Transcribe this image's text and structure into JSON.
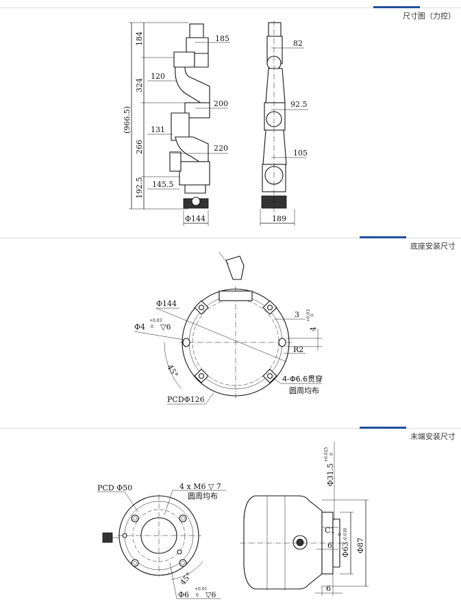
{
  "sections": [
    {
      "title": "尺寸图（力控）"
    },
    {
      "title": "底座安装尺寸"
    },
    {
      "title": "末端安装尺寸"
    }
  ],
  "colors": {
    "accent": "#1f4e9a",
    "divider": "#d9d9d9",
    "line": "#111111"
  },
  "front_view": {
    "heights": [
      "184",
      "324",
      "(966.5)",
      "266",
      "192.5"
    ],
    "offsets": [
      "185",
      "120",
      "200",
      "131",
      "220",
      "145.5"
    ],
    "base_diameter": "Φ144"
  },
  "side_view": {
    "widths": [
      "82",
      "92.5",
      "105"
    ],
    "base_width": "189"
  },
  "base_mount": {
    "outer_diameter": "Φ144",
    "pin_hole": "Φ4",
    "pin_tol": "+0.03",
    "pin_tol_low": "0",
    "pin_depth": "▽6",
    "slot_width": "3",
    "slot_depth": "4",
    "slot_tol": "+0.03",
    "slot_tol_low": "0",
    "radius": "R2",
    "angle": "45°",
    "holes": "4-Φ6.6贯穿",
    "holes_note": "圆周均布",
    "pcd": "PCDΦ126"
  },
  "end_mount": {
    "pcd": "PCD  Φ50",
    "threads": "4 x M6 ▽ 7",
    "threads_note": "圆周均布",
    "angle": "45°",
    "pin_hole": "Φ6",
    "pin_tol": "+0.01",
    "pin_tol_low": "0",
    "pin_depth": "▽6",
    "shaft_diameter": "Φ31.5",
    "shaft_tol": "+0.025",
    "shaft_tol_low": "0",
    "chamfer": "C1",
    "depth": "6",
    "spigot": "Φ63",
    "spigot_tol": "0",
    "spigot_tol_low": "-0.030",
    "flange": "Φ87",
    "bottom_depth": "6"
  }
}
